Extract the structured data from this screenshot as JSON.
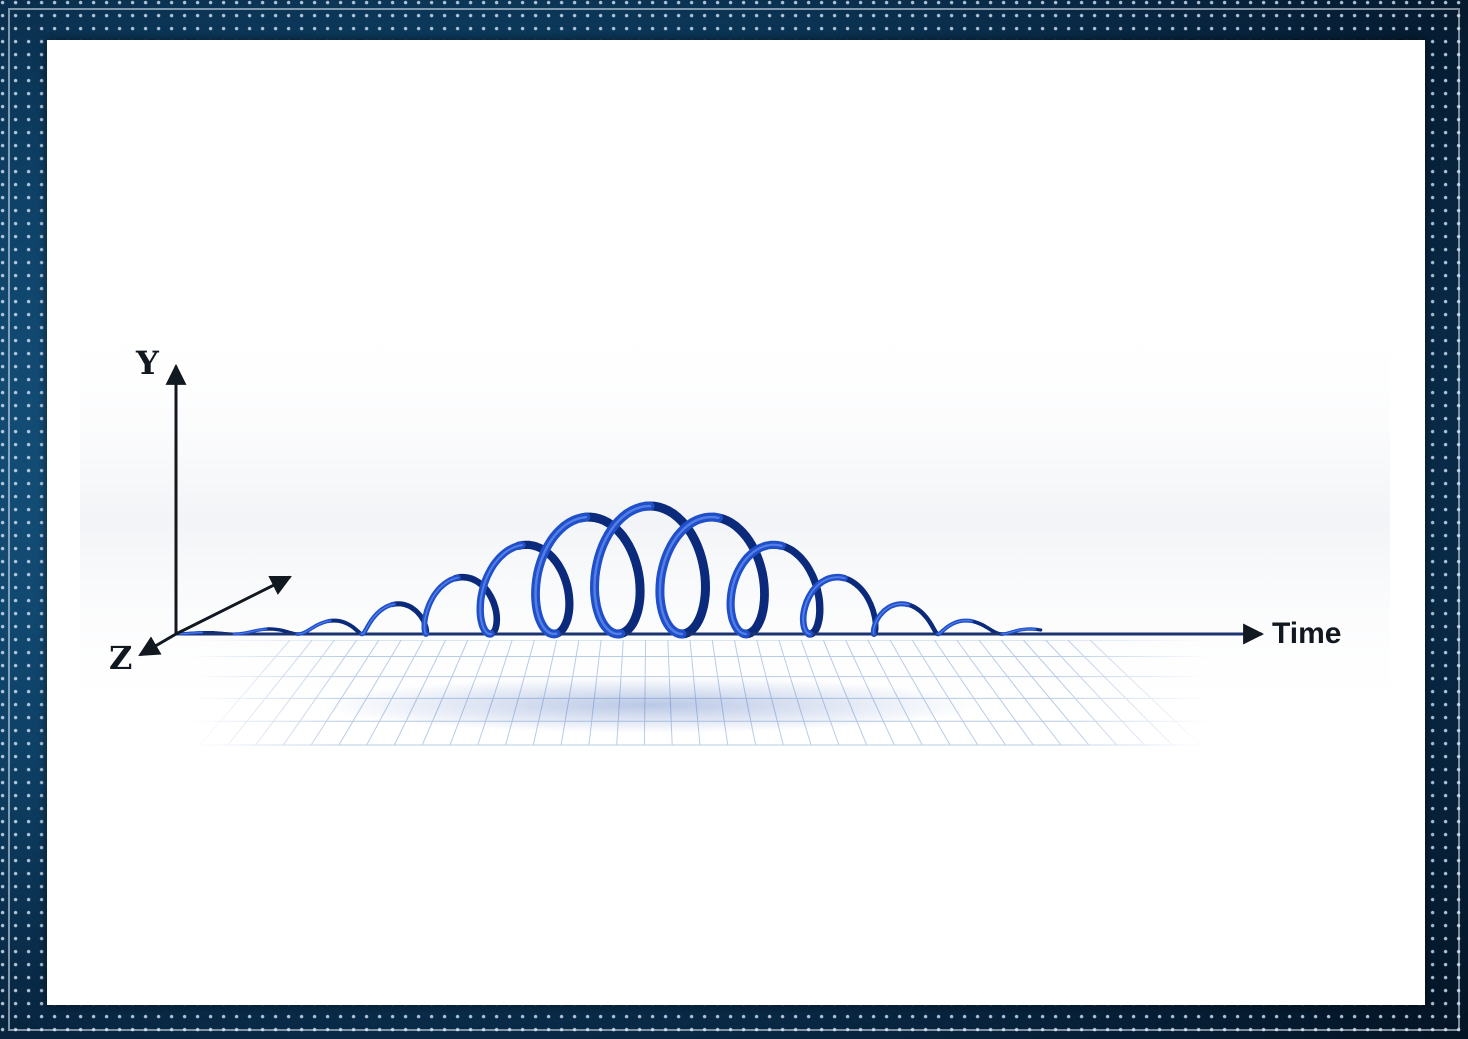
{
  "diagram": {
    "axes": {
      "y_label": "Y",
      "z_label": "Z",
      "time_label": "Time"
    },
    "colors": {
      "wave": "#1f4fc9",
      "wave_dark": "#0c2a7c",
      "wave_highlight": "#7da6ff",
      "axis": "#121820",
      "grid": "#b9cce6",
      "frame_background": "#0e4166"
    }
  }
}
